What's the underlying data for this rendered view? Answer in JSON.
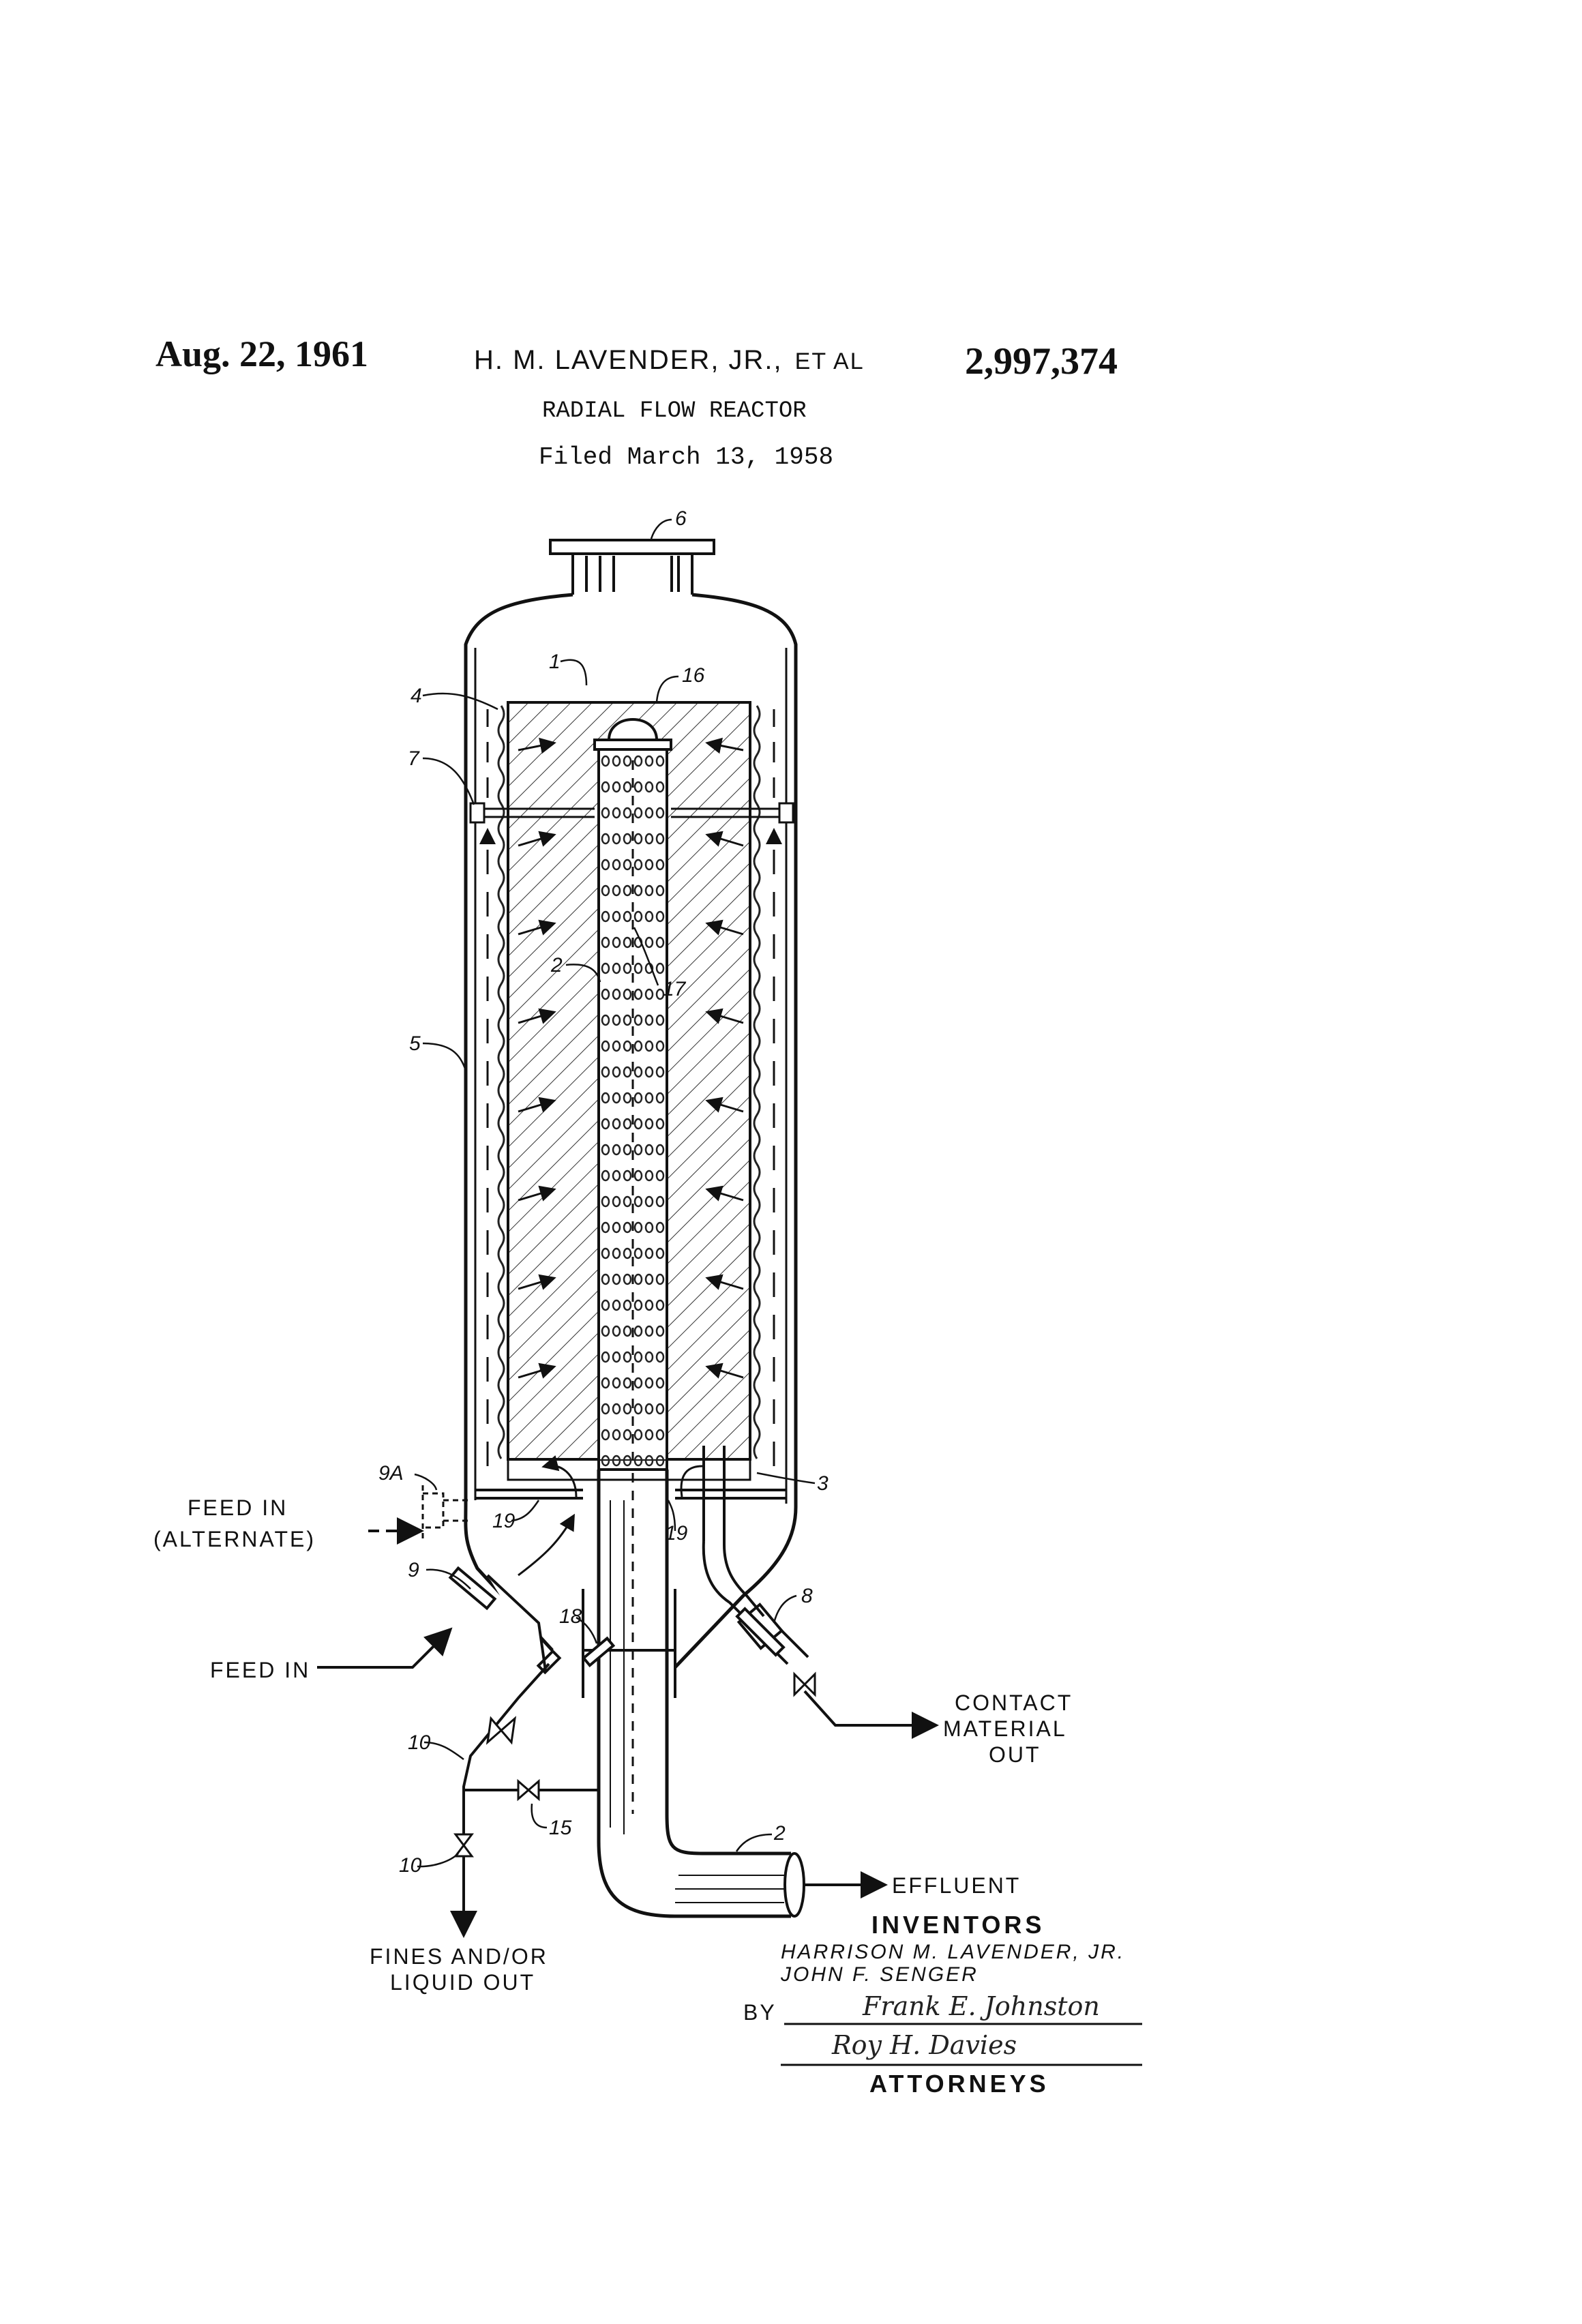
{
  "header": {
    "date": "Aug. 22, 1961",
    "inventors_short": "H. M. LAVENDER, JR.,",
    "et_al": "ET AL",
    "patent_number": "2,997,374",
    "title": "RADIAL FLOW REACTOR",
    "filed": "Filed March 13, 1958"
  },
  "labels": {
    "feed_in_alt_1": "FEED IN",
    "feed_in_alt_2": "(ALTERNATE)",
    "feed_in": "FEED IN",
    "contact_1": "CONTACT",
    "contact_2": "MATERIAL",
    "contact_3": "OUT",
    "effluent": "EFFLUENT",
    "fines_1": "FINES AND/OR",
    "fines_2": "LIQUID OUT"
  },
  "refs": {
    "r1": "1",
    "r2a": "2",
    "r2b": "2",
    "r3": "3",
    "r4": "4",
    "r5": "5",
    "r6": "6",
    "r7": "7",
    "r8": "8",
    "r9": "9",
    "r9a": "9A",
    "r10a": "10",
    "r10b": "10",
    "r15": "15",
    "r16": "16",
    "r17": "17",
    "r18": "18",
    "r19a": "19",
    "r19b": "19"
  },
  "inventors_block": {
    "heading": "INVENTORS",
    "name1": "HARRISON M. LAVENDER, JR.",
    "name2": "JOHN F. SENGER",
    "by": "BY",
    "signature1": "Frank E. Johnston",
    "signature2": "Roy H. Davies",
    "attorneys": "ATTORNEYS"
  }
}
